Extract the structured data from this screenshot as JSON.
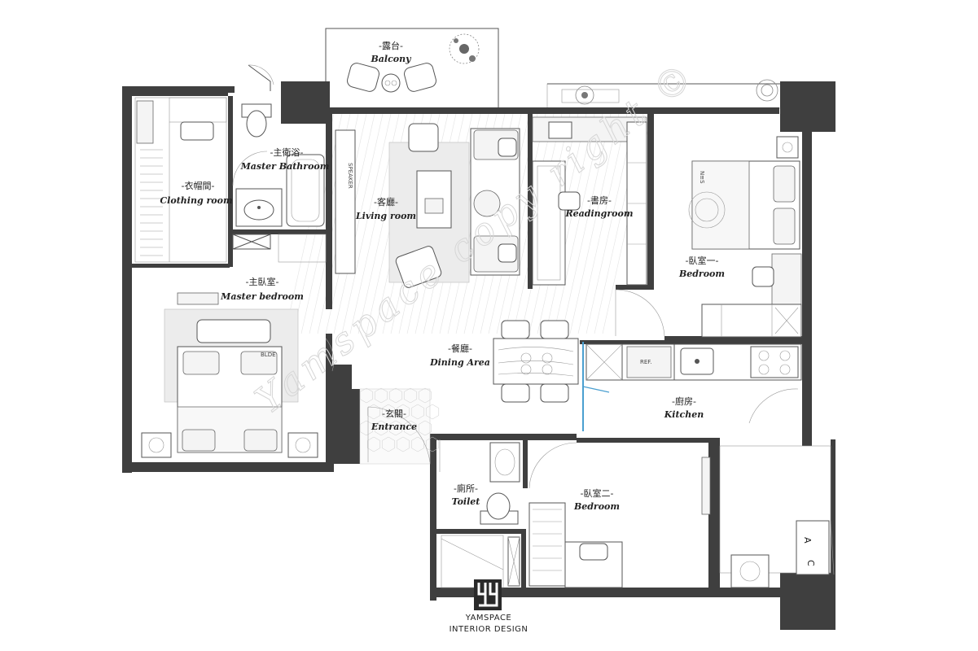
{
  "rooms": {
    "balcony": {
      "zh": "-露台-",
      "en": "Balcony"
    },
    "master_bathroom": {
      "zh": "-主衛浴-",
      "en": "Master Bathroom"
    },
    "clothing_room": {
      "zh": "-衣帽間-",
      "en": "Clothing room"
    },
    "living_room": {
      "zh": "-客廳-",
      "en": "Living room"
    },
    "reading_room": {
      "zh": "-書房-",
      "en": "Readingroom"
    },
    "bedroom_one": {
      "zh": "-臥室一-",
      "en": "Bedroom"
    },
    "master_bedroom": {
      "zh": "-主臥室-",
      "en": "Master bedroom"
    },
    "dining_area": {
      "zh": "-餐廳-",
      "en": "Dining Area"
    },
    "kitchen": {
      "zh": "-廚房-",
      "en": "Kitchen"
    },
    "entrance": {
      "zh": "-玄關-",
      "en": "Entrance"
    },
    "toilet": {
      "zh": "-廁所-",
      "en": "Toilet"
    },
    "bedroom_two": {
      "zh": "-臥室二-",
      "en": "Bedroom"
    }
  },
  "labels": {
    "fridge": "REF.",
    "ac_a": "A",
    "ac_c": "C",
    "bed_tag": "N≡S"
  },
  "brand": {
    "line1": "YAMSPACE",
    "line2": "INTERIOR DESIGN",
    "logo_mark": "yy"
  },
  "watermark": "Yamspace copy right ©",
  "colors": {
    "wall": "#3f3f3f",
    "door_glass": "#4a9fd0"
  }
}
